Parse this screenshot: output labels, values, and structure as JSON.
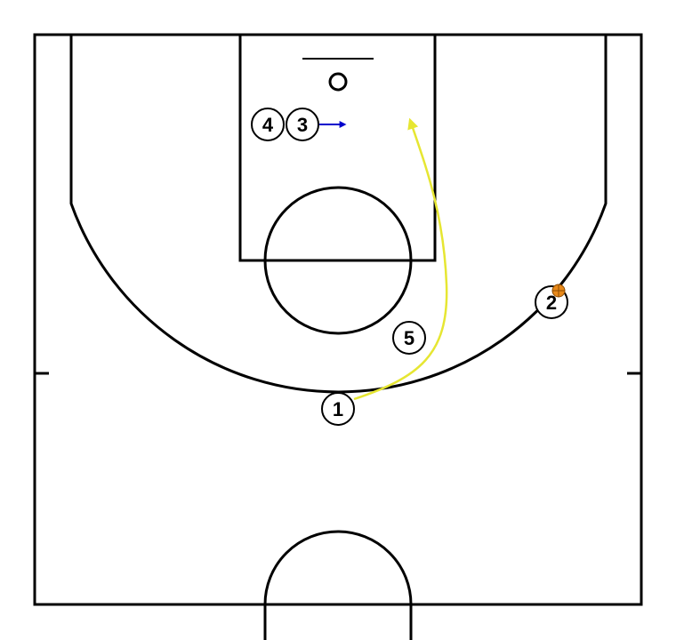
{
  "diagram": {
    "type": "basketball half-court play",
    "colors": {
      "court_lines": "#000000",
      "background": "#ffffff",
      "cut_path": "#e6e632",
      "screen_arrow": "#0000cc",
      "ball": "#e8891a"
    },
    "players": [
      {
        "id": "p1",
        "label": "1",
        "role": "cutter"
      },
      {
        "id": "p2",
        "label": "2",
        "role": "ball handler",
        "has_ball": true
      },
      {
        "id": "p3",
        "label": "3",
        "role": "screener"
      },
      {
        "id": "p4",
        "label": "4",
        "role": "post"
      },
      {
        "id": "p5",
        "label": "5",
        "role": "screener"
      }
    ],
    "movements": [
      {
        "from": "1",
        "kind": "cut",
        "color_key": "cut_path"
      },
      {
        "from": "3",
        "kind": "move",
        "color_key": "screen_arrow"
      }
    ]
  }
}
